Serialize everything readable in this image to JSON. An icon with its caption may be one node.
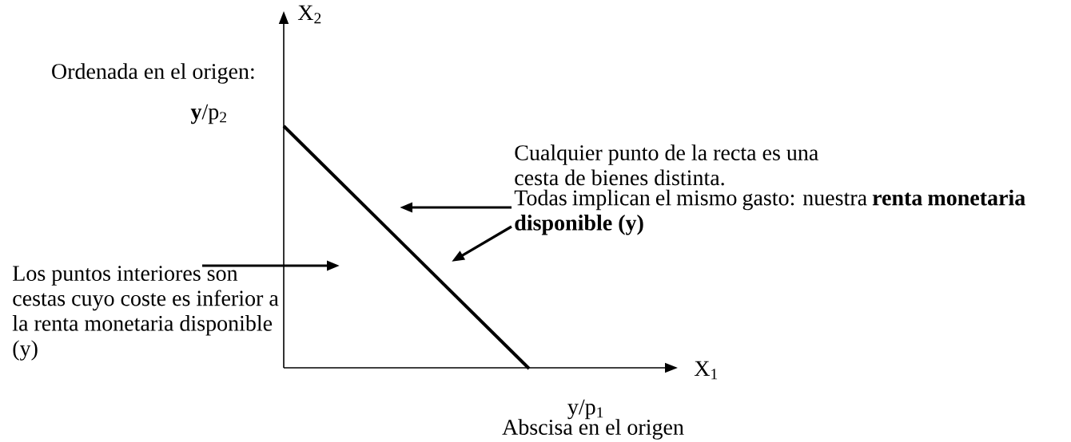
{
  "diagram": {
    "nodes": [
      {
        "text": [
          "Cualquier punto de la recta es una cesta de bienes distinta.",
          "Todas implican el mismo gasto: nuestra **renta monetaria disponible (y)**"
        ]
      },
      {
        "text": [
          "Los puntos interiores son cestas cuyo coste es inferior a la renta monetaria disponible (y)"
        ]
      }
    ],
    "edges": [
      {
        "from": 0,
        "to": null,
        "arrow": "to"
      },
      {
        "from": 0,
        "to": null,
        "arrow": "to"
      },
      {
        "from": 1,
        "to": null,
        "arrow": "to"
      }
    ],
    "labels": [
      "X$_{2}$",
      "Ordenada en el origen:",
      "**y**/p$_{2}$",
      "X$_{1}$",
      "y/p$_{1}$",
      "Abscisa en el origen"
    ]
  }
}
